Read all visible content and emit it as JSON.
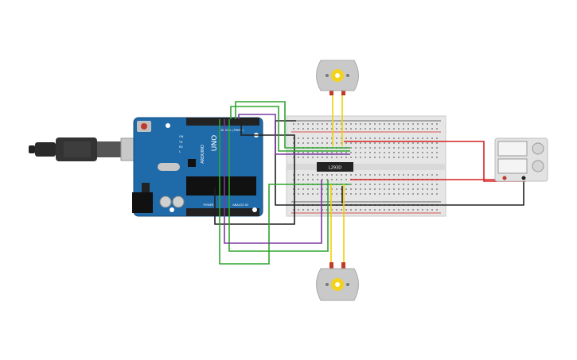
{
  "arduino": {
    "brand": "ARDUINO",
    "model": "UNO",
    "on_label": "ON",
    "tx_label": "TX",
    "rx_label": "RX",
    "l_label": "L",
    "digital_label": "DIGITAL (PWM~)",
    "power_label": "POWER",
    "analog_label": "ANALOG IN"
  },
  "driver_ic": {
    "label": "L293D"
  },
  "colors": {
    "board": "#1f6aa8",
    "wire_red": "#d62020",
    "wire_black": "#202020",
    "wire_green": "#2fa52f",
    "wire_purple": "#7a3aa0",
    "wire_yellow": "#f0d000",
    "breadboard": "#e8e8e8"
  }
}
